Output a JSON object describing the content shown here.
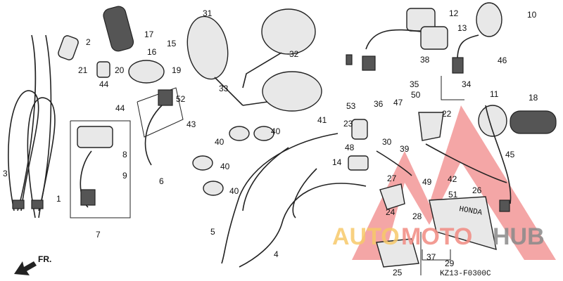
{
  "diagram": {
    "drawing_code": "KZ13-F0300C",
    "front_marker": "FR.",
    "callouts": [
      "1",
      "2",
      "3",
      "4",
      "5",
      "6",
      "7",
      "8",
      "9",
      "10",
      "11",
      "12",
      "13",
      "14",
      "15",
      "16",
      "17",
      "18",
      "19",
      "20",
      "21",
      "22",
      "23",
      "24",
      "25",
      "26",
      "27",
      "28",
      "29",
      "30",
      "31",
      "32",
      "33",
      "34",
      "35",
      "36",
      "37",
      "38",
      "39",
      "40",
      "40",
      "40",
      "40",
      "41",
      "42",
      "43",
      "44",
      "44",
      "45",
      "46",
      "47",
      "48",
      "49",
      "50",
      "51",
      "52",
      "53"
    ],
    "brand_on_part": "HONDA"
  },
  "watermark": {
    "text_part1": "AUTO",
    "text_part2": "MOTO",
    "text_part3": "HUB",
    "colors": {
      "auto": "#f7c96a",
      "moto": "#f28b82",
      "hub": "#8a8a8a",
      "logo": "#f08080"
    }
  }
}
